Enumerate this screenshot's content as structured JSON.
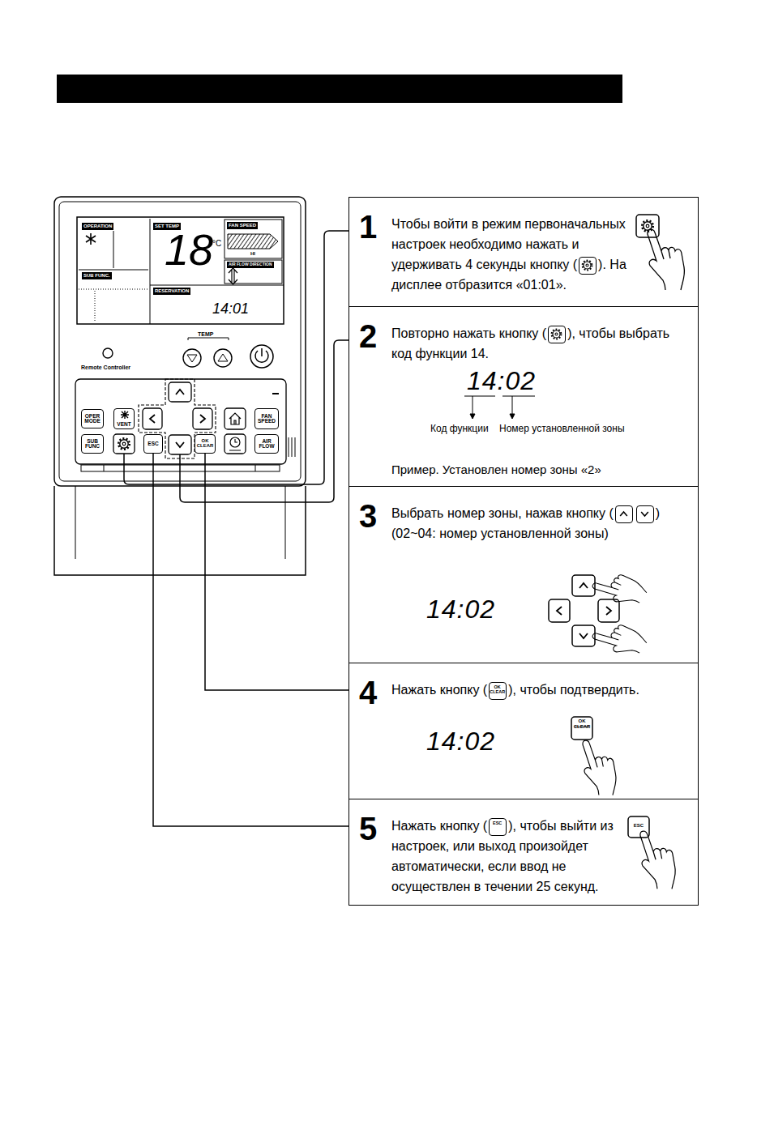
{
  "diagram": {
    "nodes": [
      {
        "text": [
          "1",
          "Чтобы войти в режим первоначальных настроек необходимо нажать и удерживать 4 секунды кнопку (",
          "). На дисплее отбразится «01:01»."
        ]
      },
      {
        "text": [
          "2",
          "Повторно нажать кнопку (",
          "), чтобы выбрать код функции 14.",
          "14:02",
          "Код функции",
          "Номер установленной зоны",
          "Пример. Установлен номер зоны «2»"
        ]
      },
      {
        "text": [
          "3",
          "Выбрать номер зоны, нажав кнопку (",
          ") (02~04: номер установленной зоны)",
          "14:02"
        ]
      },
      {
        "text": [
          "4",
          "Нажать кнопку (",
          "), чтобы подтвердить.",
          "14:02"
        ]
      },
      {
        "text": [
          "5",
          "Нажать кнопку (",
          "), чтобы выйти из настроек, или выход произойдет автоматически, если ввод не осуществлен в течении 25 секунд."
        ]
      },
      {
        "text": [
          "OPER MODE"
        ]
      },
      {
        "text": [
          "VENT"
        ]
      },
      {
        "text": [
          "FAN SPEED"
        ]
      },
      {
        "text": [
          "SUB FUNC"
        ]
      },
      {
        "text": [
          "ESC"
        ]
      },
      {
        "text": [
          "OK CLEAR"
        ]
      },
      {
        "text": [
          "AIR FLOW"
        ]
      }
    ],
    "edges": [
      {
        "from": 9,
        "to": 4,
        "arrow": "none"
      },
      {
        "from": 10,
        "to": 3,
        "arrow": "none"
      }
    ],
    "labels": [
      "OPERATION",
      "SET TEMP",
      "FAN SPEED",
      "SUB FUNC.",
      "AIR FLOW DIRECTION",
      "RESERVATION",
      "18",
      "°C",
      "HI",
      "14:01",
      "TEMP",
      "Remote Controller",
      "OK CLEAR",
      "OK CLEAR",
      "ESC",
      "ESC"
    ]
  }
}
